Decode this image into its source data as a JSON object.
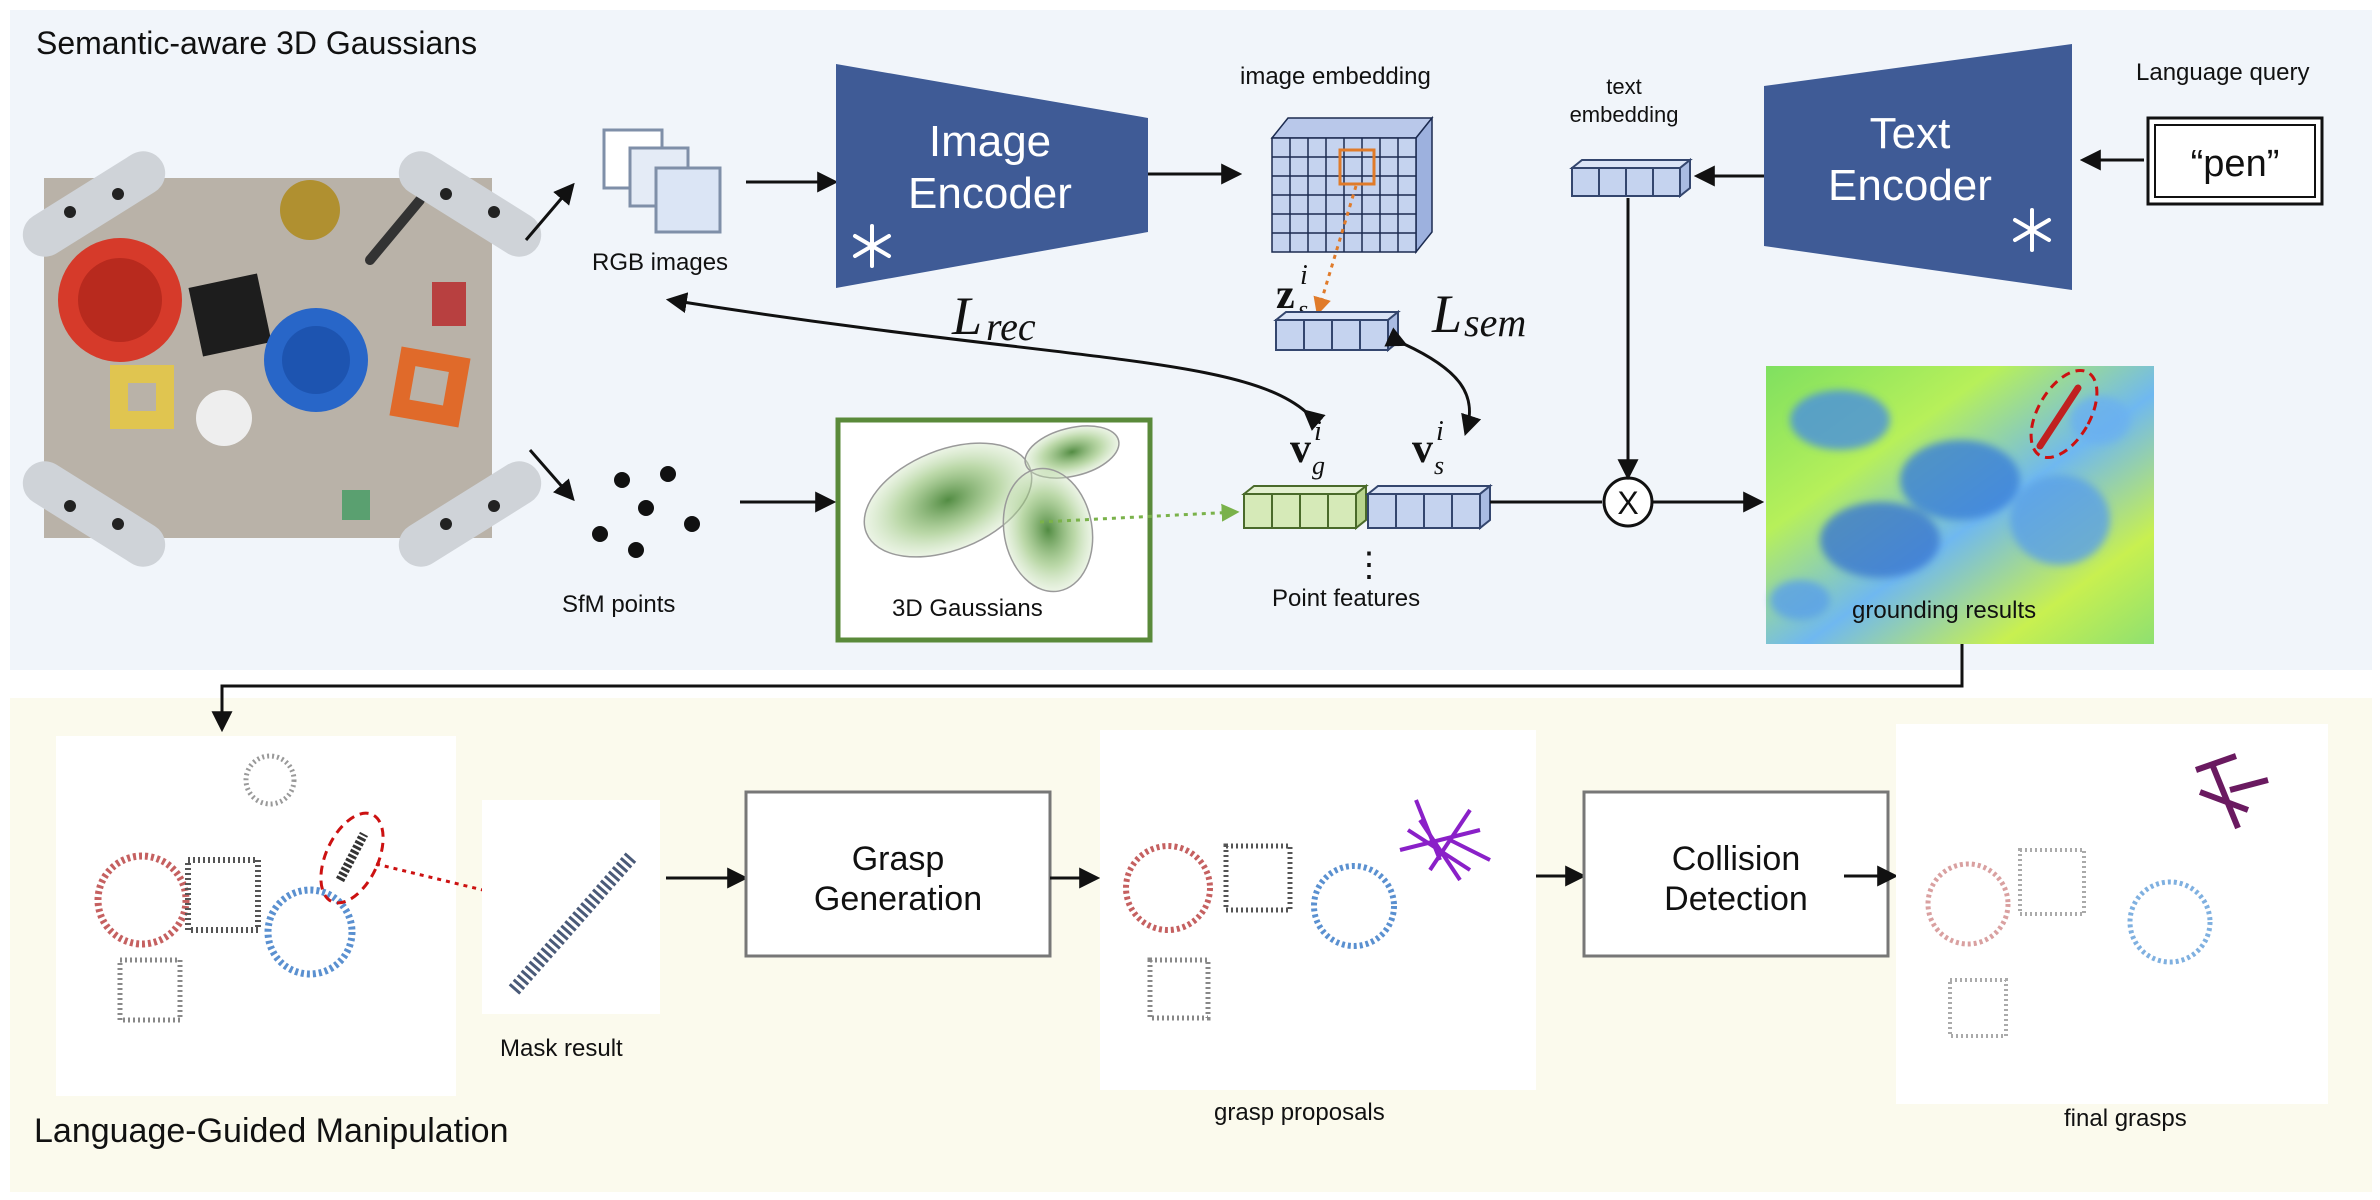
{
  "top_panel": {
    "title": "Semantic-aware 3D Gaussians",
    "bg": "#f1f5fa"
  },
  "bottom_panel": {
    "title": "Language-Guided Manipulation",
    "bg": "#fbfaed"
  },
  "inputs": {
    "rgb_label": "RGB images",
    "sfm_label": "SfM points"
  },
  "image_encoder": {
    "line1": "Image",
    "line2": "Encoder",
    "color": "#3f5b96"
  },
  "text_encoder": {
    "line1": "Text",
    "line2": "Encoder",
    "color": "#3f5b96"
  },
  "image_embedding_label": "image embedding",
  "text_embedding": {
    "line1": "text",
    "line2": "embedding"
  },
  "language_query": {
    "label": "Language query",
    "value": "“pen”"
  },
  "gaussians_label": "3D Gaussians",
  "point_features_label": "Point features",
  "grounding_label": "grounding results",
  "losses": {
    "rec_main": "L",
    "rec_sub": "rec",
    "sem_main": "L",
    "sem_sub": "sem"
  },
  "symbols": {
    "zs": "z",
    "vg": "v",
    "vs": "v",
    "sup_i": "i",
    "sub_s": "s",
    "sub_g": "g",
    "multiply": "X",
    "dots": "⋮"
  },
  "manip": {
    "mask_label": "Mask result",
    "grasp_gen": {
      "line1": "Grasp",
      "line2": "Generation"
    },
    "grasp_proposals_label": "grasp proposals",
    "collision": {
      "line1": "Collision",
      "line2": "Detection"
    },
    "final_grasps_label": "final grasps"
  },
  "colors": {
    "feature_blue": "#c5d3ef",
    "feature_green": "#d6eab8",
    "gaussian_frame": "#5a8a3a",
    "highlight_red": "#cc1111",
    "orange": "#e07b2a"
  }
}
